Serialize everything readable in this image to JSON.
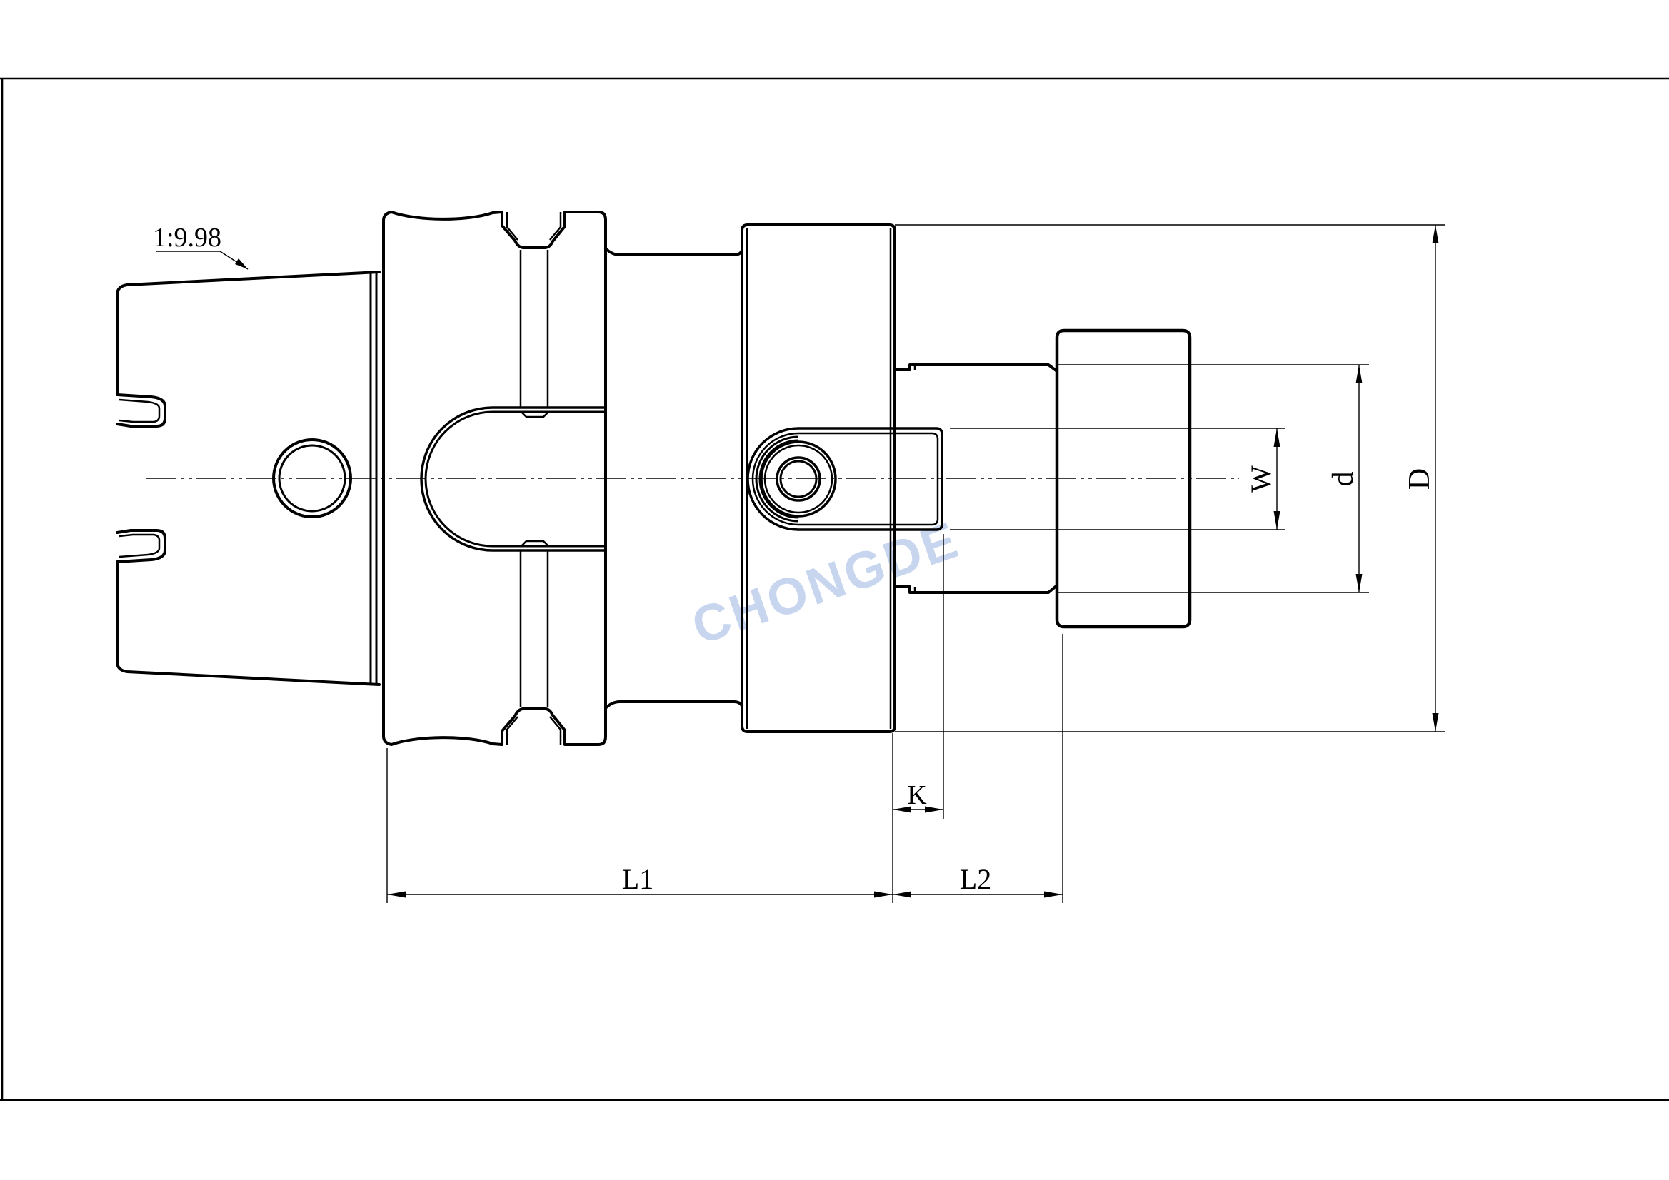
{
  "page": {
    "background": "#ffffff",
    "line_color": "#000000",
    "type_note": "engineering line drawing of HSK shell-mill tool holder, side view"
  },
  "watermark": {
    "text": "CHONGDE",
    "color": "#c5d4ee"
  },
  "annotations": {
    "taper_ratio_label": "1:9.98",
    "dim_W": "W",
    "dim_d": "d",
    "dim_D": "D",
    "dim_K": "K",
    "dim_L1": "L1",
    "dim_L2": "L2"
  }
}
